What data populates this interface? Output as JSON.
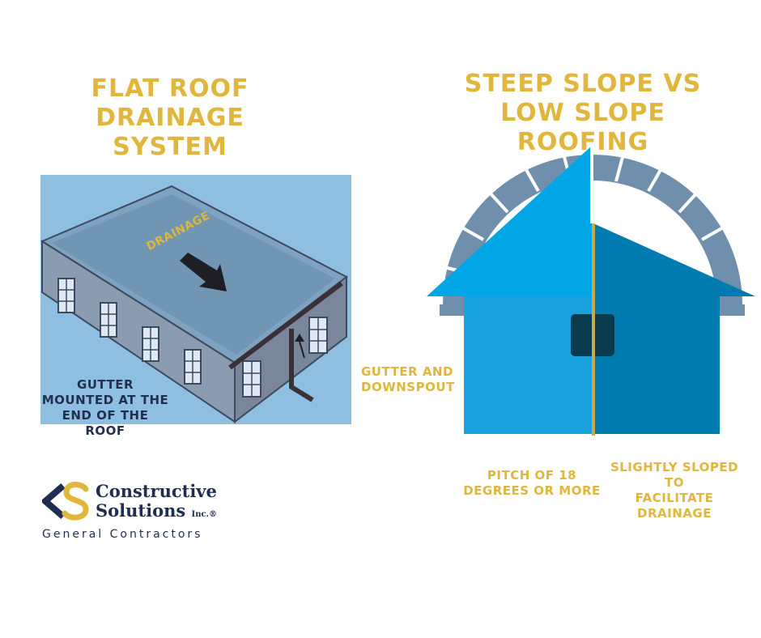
{
  "left_title_line1": "FLAT ROOF DRAINAGE",
  "left_title_line2": "SYSTEM",
  "right_title_line1": "STEEP SLOPE  VS",
  "right_title_line2": "LOW SLOPE ROOFING",
  "drainage_label": "DRAINAGE",
  "gutter_label": [
    "GUTTER",
    "MOUNTED AT THE",
    "END OF THE ROOF"
  ],
  "downspout_label": [
    "GUTTER AND",
    "DOWNSPOUT"
  ],
  "steep_label": [
    "PITCH OF 18",
    "DEGREES OR MORE"
  ],
  "low_label": [
    "SLIGHTLY SLOPED TO",
    "FACILITATE",
    "DRAINAGE"
  ],
  "brand": {
    "name_line1": "Constructive",
    "name_line2": "Solutions",
    "suffix": "Inc.®",
    "tagline": "General Contractors"
  },
  "colors": {
    "gold": "#e0b63c",
    "navy": "#22304f",
    "sky": "#8fbfe0",
    "steep_blue": "#00a6e6",
    "low_blue": "#007bb0",
    "arc": "#6f8fad"
  }
}
